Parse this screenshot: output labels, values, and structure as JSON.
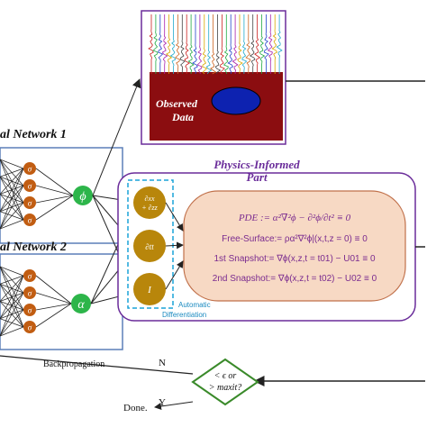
{
  "observed_panel": {
    "label_line1": "Observed",
    "label_line2": "Data"
  },
  "network1": {
    "title": "al Network 1",
    "node_symbol": "σ",
    "output_symbol": "ϕ",
    "node_count": 4
  },
  "network2": {
    "title": "al Network 2",
    "node_symbol": "σ",
    "output_symbol": "α",
    "node_count": 4
  },
  "physics": {
    "title_line1": "Physics-Informed",
    "title_line2": "Part",
    "derivative_nodes": [
      "∂xx",
      "+ ∂zz",
      "∂tt",
      "I"
    ],
    "autodiff_line1": "Automatic",
    "autodiff_line2": "Differentiation",
    "equations": [
      "PDE := α²∇²ϕ − ∂²ϕ/∂t² ≡ 0",
      "Free-Surface:= ρα²∇²ϕ|(x,t,z = 0) ≡ 0",
      "1st Snapshot:= ∇ϕ(x,z,t = t01) − U01 ≡ 0",
      "2nd Snapshot:= ∇ϕ(x,z,t = t02) − U02 ≡ 0"
    ]
  },
  "decision": {
    "line1": "< ϵ or",
    "line2": "> maxit?",
    "no_label": "N",
    "yes_label": "Y"
  },
  "backprop_label": "Backpropagation",
  "done_label": "Done.",
  "colors": {
    "node_fill": "#c15d12",
    "output_fill": "#2db54a",
    "deriv_fill": "#b8860b",
    "box_blue": "#5b7fb8",
    "physics_border": "#6a2c9a",
    "eq_fill": "#f7d9c4",
    "eq_text": "#7a2b8f",
    "observed_bg": "#8b0d10",
    "ellipse": "#0d22b0",
    "decision_green": "#3a8a2a"
  }
}
